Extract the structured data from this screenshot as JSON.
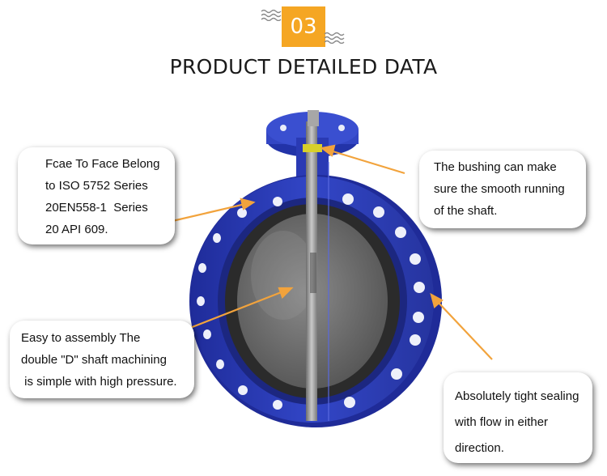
{
  "header": {
    "section_number": "03",
    "title": "PRODUCT DETAILED DATA"
  },
  "colors": {
    "accent": "#f5a623",
    "valve_body": "#2f3fb8",
    "disc": "#6f6f6f",
    "arrow": "#f2a33c"
  },
  "callouts": {
    "face_to_face": {
      "lines": [
        "Fcae To Face Belong",
        "to ISO 5752 Series",
        "20EN558-1  Series",
        "20 API 609."
      ]
    },
    "bushing": {
      "lines": [
        "The bushing can make",
        "sure the smooth running",
        "of the shaft."
      ]
    },
    "assembly": {
      "lines": [
        "Easy to assembly The",
        "double \"D\" shaft machining",
        " is simple with high pressure."
      ]
    },
    "sealing": {
      "lines": [
        "Absolutely tight sealing",
        "with flow in either",
        "direction."
      ]
    }
  }
}
